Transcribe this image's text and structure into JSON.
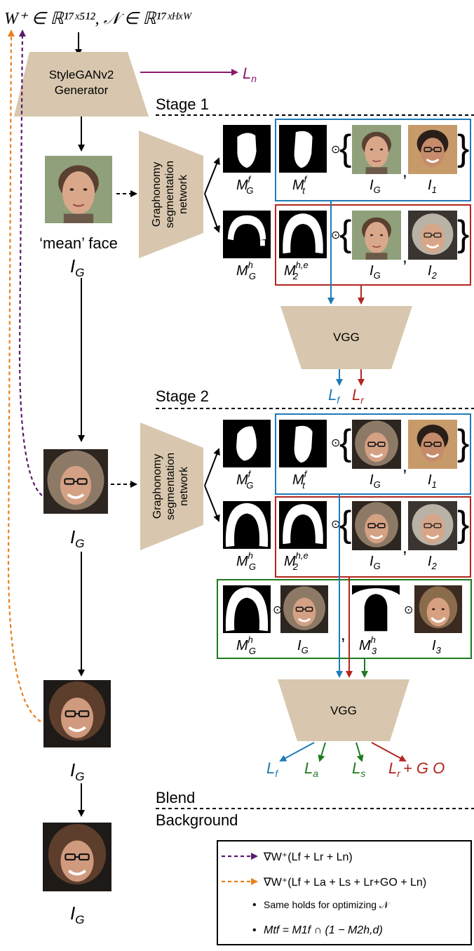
{
  "header": {
    "latent": "W⁺ ∈ ℝ¹⁷ˣ⁵¹², 𝒩 ∈ ℝ¹⁷ˣᴴˣᵂ"
  },
  "generator": {
    "line1": "StyleGANv2",
    "line2": "Generator",
    "loss": "L",
    "loss_sub": "n"
  },
  "stages": {
    "stage1": "Stage 1",
    "stage2": "Stage 2",
    "blend": "Blend",
    "background": "Background"
  },
  "segmentation": {
    "line1": "Graphonomy",
    "line2": "segmentation",
    "line3": "network"
  },
  "faces": {
    "mean_label": "‘mean’ face",
    "ig": "I",
    "ig_sub": "G"
  },
  "masks": {
    "M": "M",
    "f": "f",
    "h": "h",
    "G": "G",
    "t": "t",
    "2he": "2",
    "he_sup": "h,e",
    "3": "3",
    "I1": "1",
    "I2": "2",
    "I3": "3",
    "odot": "⊙",
    "comma": ","
  },
  "vgg": {
    "label": "VGG"
  },
  "losses_stage1": {
    "lf": "L",
    "lf_sub": "f",
    "lr": "L",
    "lr_sub": "r"
  },
  "losses_stage2": {
    "lf": "L",
    "lf_sub": "f",
    "la": "L",
    "la_sub": "a",
    "ls": "L",
    "ls_sub": "s",
    "lrgo": "L",
    "lrgo_sub": "r",
    "lrgo_tail": "+ G O"
  },
  "legend": {
    "purple_text": "∇W⁺(Lf + Lr + Ln)",
    "orange_text": "∇W⁺(Lf + La + Ls + Lr+GO + Ln)",
    "bullet1": "Same holds for optimizing 𝒩",
    "bullet2": "Mtf = M1f ∩ (1 − M2h,d)"
  },
  "colors": {
    "beige": "#d8c7ae",
    "blue": "#1f7ab8",
    "red": "#b3261e",
    "green": "#1e7a1e",
    "purple": "#5c1a6e",
    "orange": "#e8801e",
    "magenta": "#8b1a6b"
  }
}
